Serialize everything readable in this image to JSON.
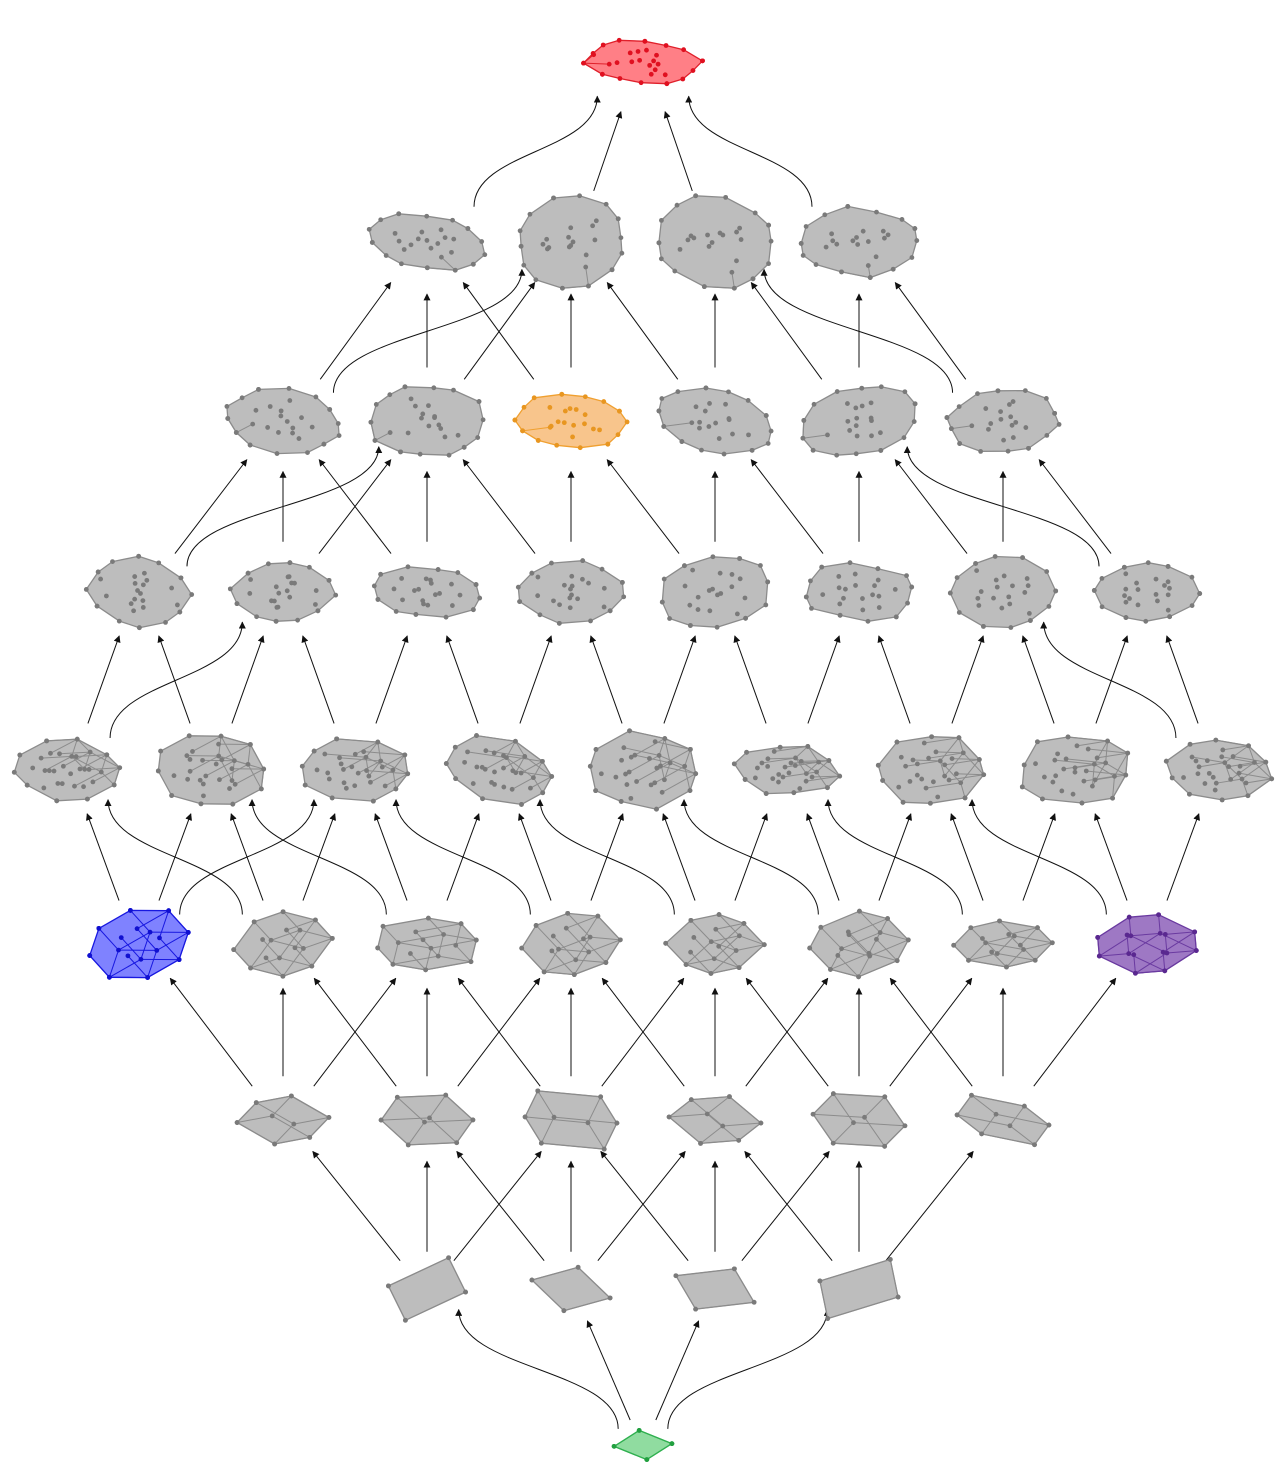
{
  "colors": {
    "background": "#ffffff",
    "edge": "#111111",
    "default_fill": "#bdbdbd",
    "default_stroke": "#8c8c8c",
    "vertex": "#7a7a7a"
  },
  "highlights": {
    "top": {
      "fill": "#ff7f86",
      "stroke": "#e0202b",
      "vertex": "#e01020"
    },
    "orange": {
      "fill": "#f8c58c",
      "stroke": "#f0a030",
      "vertex": "#e89620"
    },
    "blue": {
      "fill": "#7f82ff",
      "stroke": "#1818e0",
      "vertex": "#1010d0"
    },
    "purple": {
      "fill": "#9e78c4",
      "stroke": "#6a3aa0",
      "vertex": "#5a2890"
    },
    "bottom": {
      "fill": "#90dca0",
      "stroke": "#30b050",
      "vertex": "#22a040"
    }
  },
  "levels": [
    {
      "rank": 9,
      "count": 1,
      "highlight": {
        "0": "top"
      }
    },
    {
      "rank": 8,
      "count": 4
    },
    {
      "rank": 7,
      "count": 6,
      "highlight": {
        "2": "orange"
      }
    },
    {
      "rank": 6,
      "count": 8
    },
    {
      "rank": 5,
      "count": 9
    },
    {
      "rank": 4,
      "count": 8,
      "highlight": {
        "0": "blue",
        "7": "purple"
      }
    },
    {
      "rank": 3,
      "count": 6
    },
    {
      "rank": 2,
      "count": 4
    },
    {
      "rank": 1,
      "count": 1,
      "highlight": {
        "0": "bottom"
      }
    }
  ]
}
